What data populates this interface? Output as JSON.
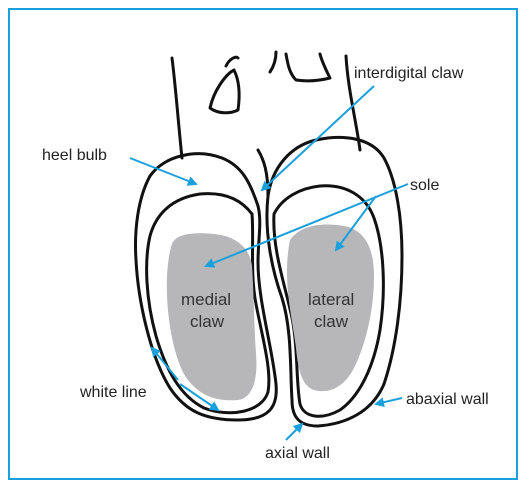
{
  "labels": {
    "interdigital_claw": "interdigital claw",
    "heel_bulb": "heel bulb",
    "sole": "sole",
    "medial_claw_line1": "medial",
    "medial_claw_line2": "claw",
    "lateral_claw_line1": "lateral",
    "lateral_claw_line2": "claw",
    "white_line": "white line",
    "abaxial_wall": "abaxial wall",
    "axial_wall": "axial wall"
  },
  "colors": {
    "frame": "#1aa0dc",
    "arrow": "#1aa0dc",
    "outline": "#111111",
    "sole_fill": "#b7b7b9"
  }
}
